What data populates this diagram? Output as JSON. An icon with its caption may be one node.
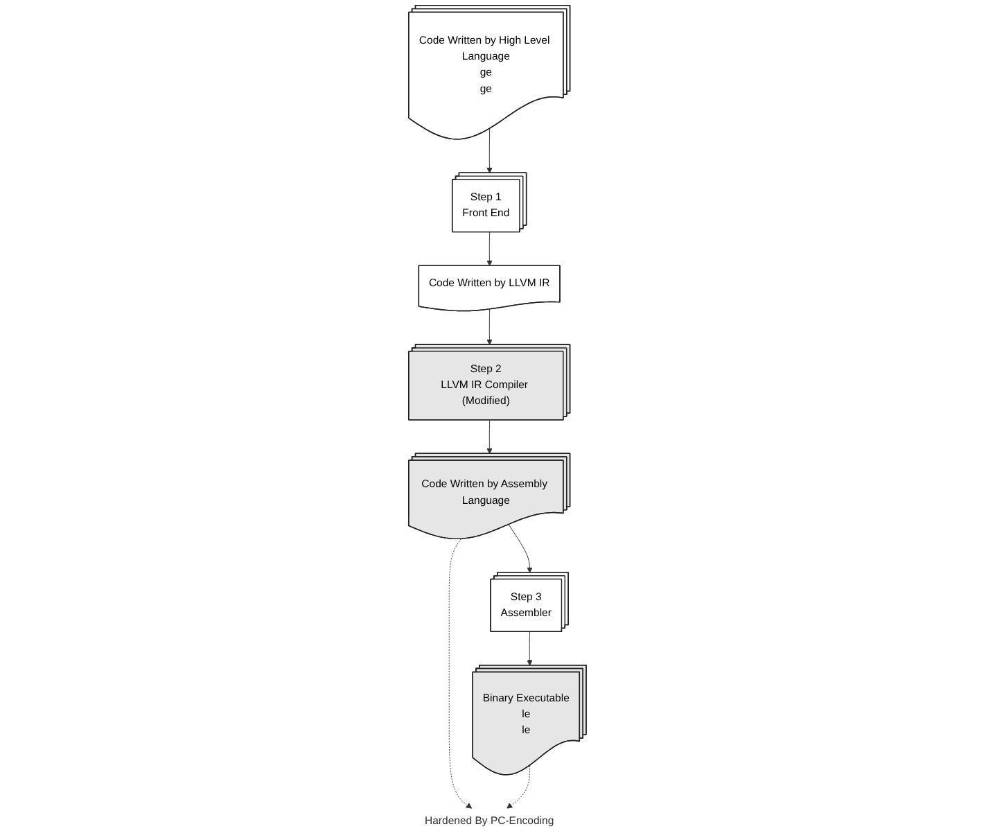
{
  "diagram": {
    "nodes": [
      {
        "text": [
          "Code Written by High Level Language",
          "ge",
          "ge"
        ]
      },
      {
        "text": [
          "Step 1",
          "Front End"
        ]
      },
      {
        "text": [
          "Code Written by LLVM IR"
        ]
      },
      {
        "text": [
          "Step 2",
          "LLVM IR Compiler (Modified)"
        ]
      },
      {
        "text": [
          "Code Written by Assembly Language"
        ]
      },
      {
        "text": [
          "Step 3",
          "Assembler"
        ]
      },
      {
        "text": [
          "Binary Executable",
          "le",
          "le"
        ]
      },
      {
        "text": [
          "Hardened By PC-Encoding"
        ]
      }
    ],
    "edges": [
      {
        "from": 0,
        "to": 1,
        "arrow": "to"
      },
      {
        "from": 1,
        "to": 2,
        "arrow": "to"
      },
      {
        "from": 2,
        "to": 3,
        "arrow": "to"
      },
      {
        "from": 3,
        "to": 4,
        "arrow": "to"
      },
      {
        "from": 4,
        "to": 5,
        "arrow": "to"
      },
      {
        "from": 5,
        "to": 6,
        "arrow": "to"
      },
      {
        "from": 4,
        "to": 7,
        "arrow": "to",
        "style": "dashed"
      },
      {
        "from": 6,
        "to": 7,
        "arrow": "to",
        "style": "dashed"
      }
    ]
  }
}
